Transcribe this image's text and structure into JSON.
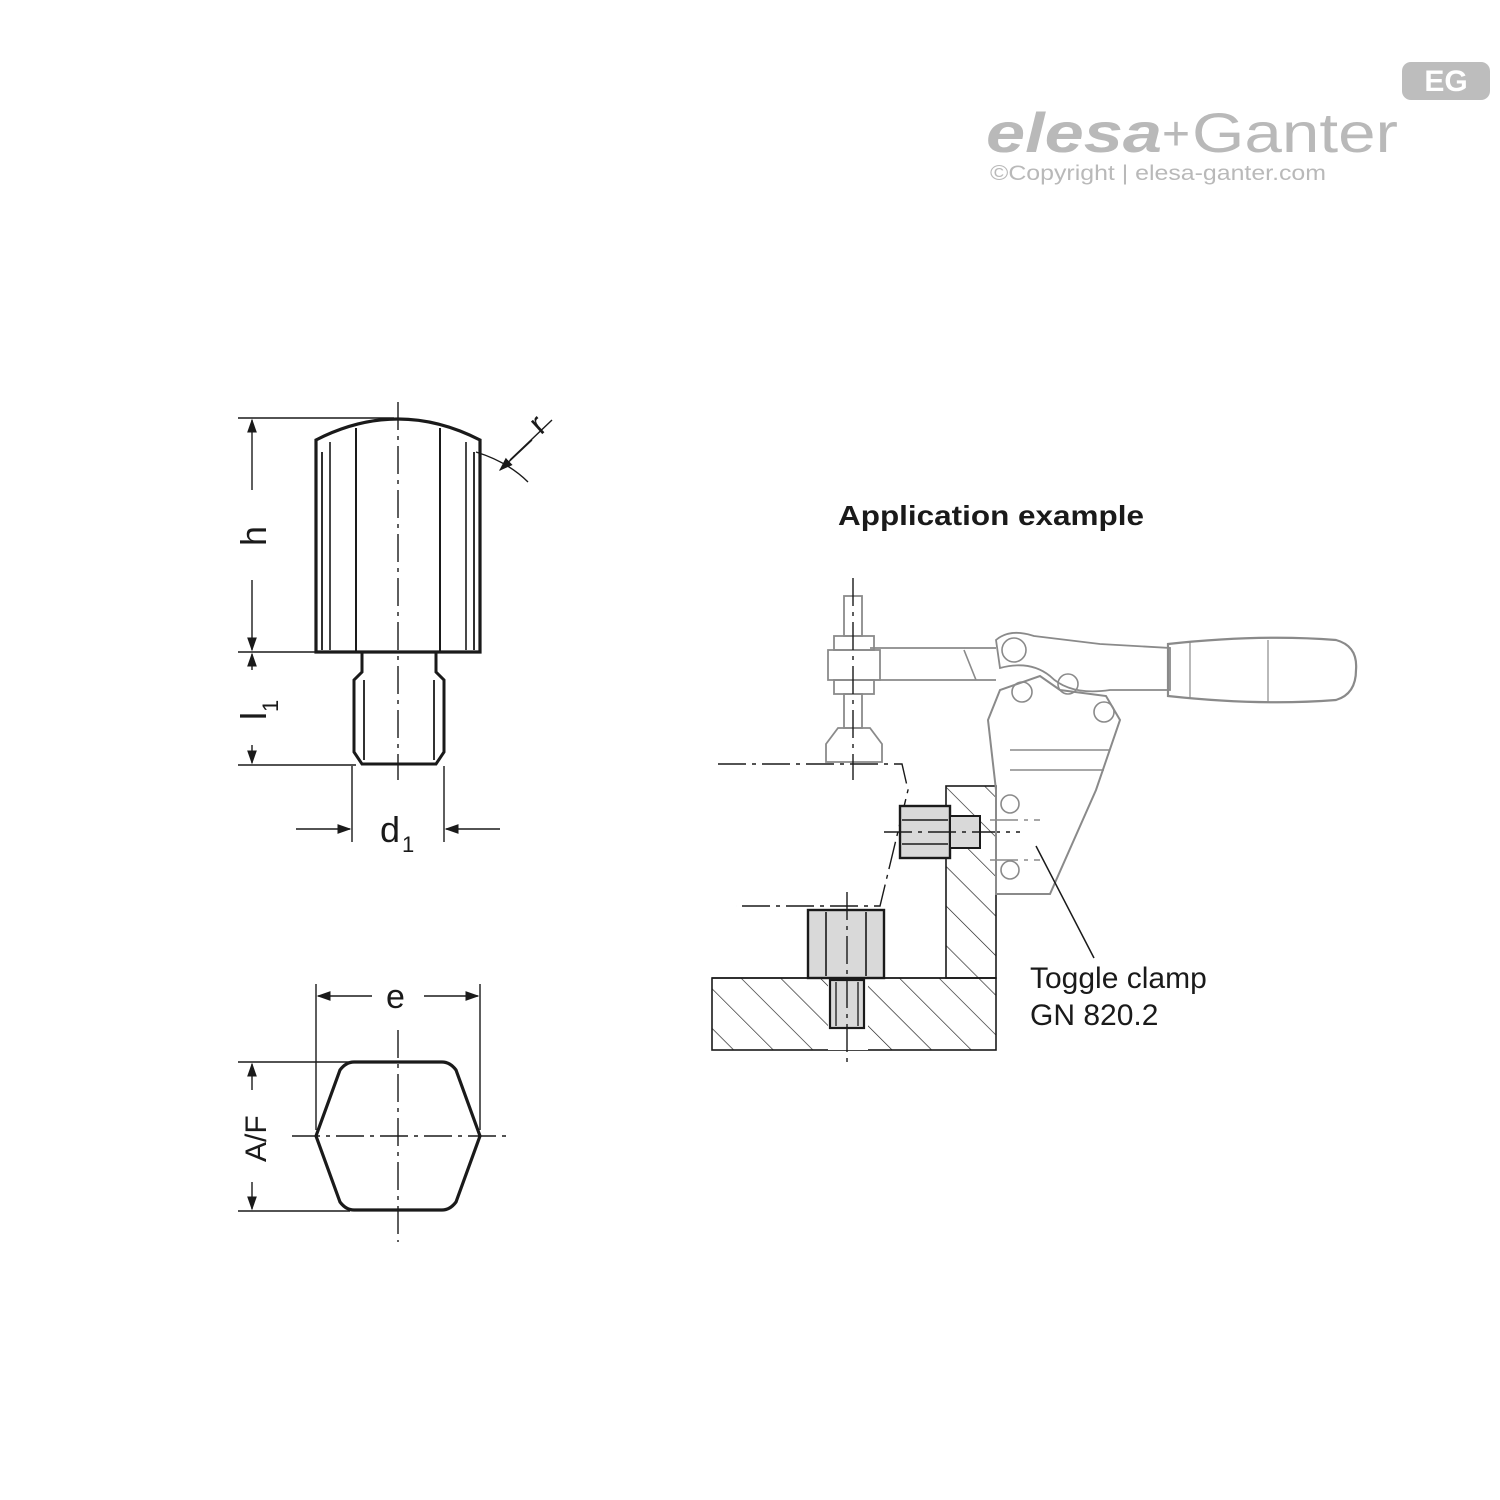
{
  "logo": {
    "brand_left": "elesa",
    "brand_plus": "+",
    "brand_right": "Ganter",
    "badge": "EG",
    "copyright": "©Copyright | elesa-ganter.com"
  },
  "dimensions": {
    "r": "r",
    "h": "h",
    "l1_main": "l",
    "l1_sub": "1",
    "d1_main": "d",
    "d1_sub": "1",
    "e": "e",
    "af": "A/F"
  },
  "application": {
    "title": "Application example",
    "callout_line1": "Toggle clamp",
    "callout_line2": "GN 820.2"
  },
  "colors": {
    "line": "#1a1a1a",
    "logo_gray": "#b9b9b9",
    "part_fill": "#d9d9d9"
  }
}
